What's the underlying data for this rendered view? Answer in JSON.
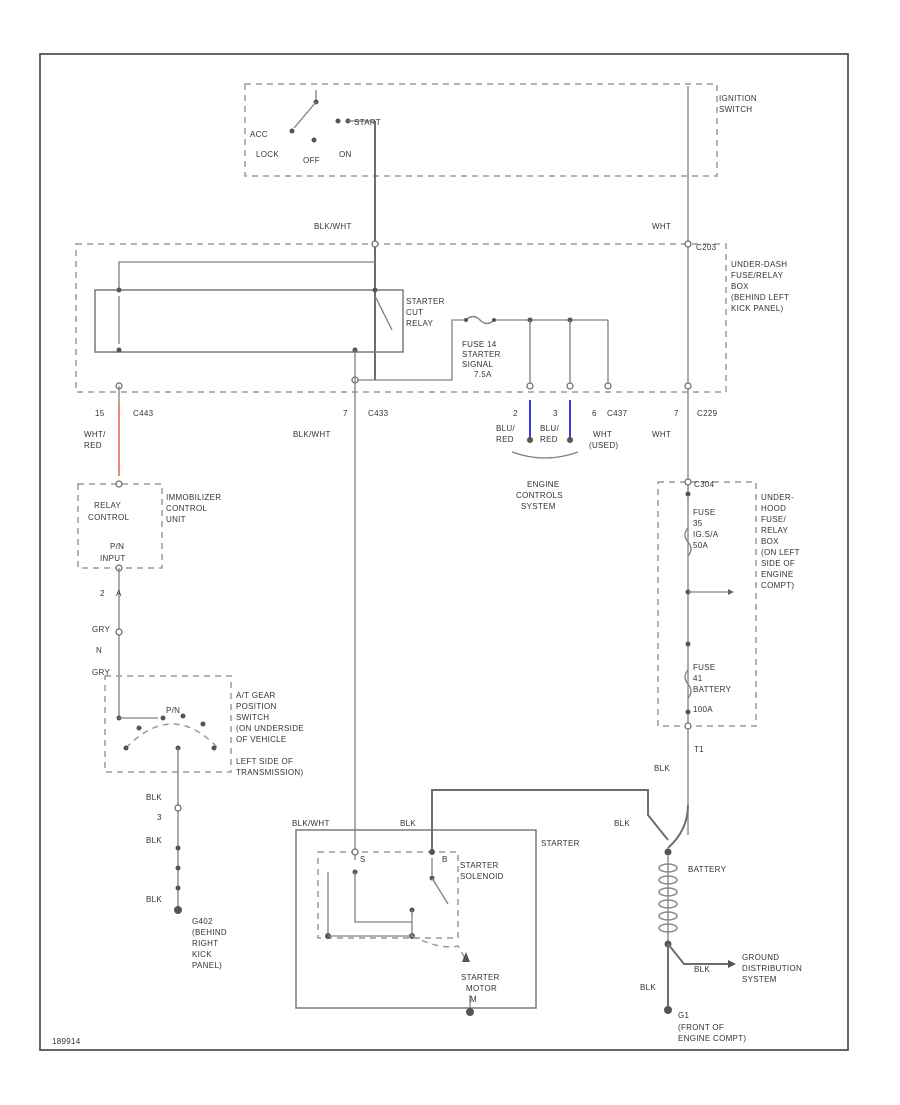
{
  "ignition": {
    "title_l1": "IGNITION",
    "title_l2": "SWITCH",
    "acc": "ACC",
    "lock": "LOCK",
    "off": "OFF",
    "on": "ON",
    "start": "START"
  },
  "wires": {
    "blkwht_top": "BLK/WHT",
    "wht_top": "WHT",
    "c433": "C433",
    "pin7_a": "7",
    "blkwht_mid": "BLK/WHT",
    "pin15": "15",
    "c443": "C443",
    "wht_red_1": "WHT/",
    "wht_red_2": "RED",
    "pin2": "2",
    "pin3": "3",
    "pin6": "6",
    "c437": "C437",
    "pin7_b": "7",
    "c229": "C229",
    "blu_red_1a": "BLU/",
    "blu_red_1b": "RED",
    "blu_red_2a": "BLU/",
    "blu_red_2b": "RED",
    "wht_unused_1": "WHT",
    "wht_unused_2": "(USED)",
    "wht_right": "WHT",
    "pin_a2": "2",
    "pin_a4": "A",
    "gry_top": "GRY",
    "pin_n": "N",
    "gry_bot": "GRY",
    "blk_l1": "BLK",
    "pin_3": "3",
    "blk_l2": "BLK",
    "blk_l3": "BLK",
    "blkwht_bot": "BLK/WHT",
    "blk_bot": "BLK",
    "t1": "T1",
    "blk_right": "BLK",
    "blk_bat": "BLK",
    "blk_gnd": "BLK",
    "blk_gnd_v": "BLK"
  },
  "underdash": {
    "conn": "C203",
    "l1": "UNDER-DASH",
    "l2": "FUSE/RELAY",
    "l3": "BOX",
    "l4": "(BEHIND LEFT",
    "l5": "KICK PANEL)"
  },
  "relay": {
    "l1": "STARTER",
    "l2": "CUT",
    "l3": "RELAY"
  },
  "fuse14": {
    "l1": "FUSE 14",
    "l2": "STARTER",
    "l3": "SIGNAL",
    "l4": "7.5A"
  },
  "engine": {
    "l1": "ENGINE",
    "l2": "CONTROLS",
    "l3": "SYSTEM"
  },
  "immob": {
    "l1": "IMMOBILIZER",
    "l2": "CONTROL",
    "l3": "UNIT",
    "relay_l1": "RELAY",
    "relay_l2": "CONTROL",
    "pn_l1": "P/N",
    "pn_l2": "INPUT"
  },
  "underhood": {
    "conn": "C304",
    "l1": "UNDER-",
    "l2": "HOOD",
    "l3": "FUSE/",
    "l4": "RELAY",
    "l5": "BOX",
    "l6": "(ON LEFT",
    "l7": "SIDE OF",
    "l8": "ENGINE",
    "l9": "COMPT)",
    "fuse_l1": "FUSE",
    "fuse_l2": "35",
    "fuse_l3": "IG.S/A",
    "fuse_l4": "50A",
    "bfuse_l1": "FUSE",
    "bfuse_l2": "41",
    "bfuse_l3": "BATTERY",
    "bfuse_l4": "100A"
  },
  "gear": {
    "l1": "A/T GEAR",
    "l2": "POSITION",
    "l3": "SWITCH",
    "l4": "(ON UNDERSIDE",
    "l5": "OF VEHICLE",
    "l6": "LEFT SIDE OF",
    "l7": "TRANSMISSION)",
    "pn": "P/N"
  },
  "g402": {
    "l1": "G402",
    "l2": "(BEHIND",
    "l3": "RIGHT",
    "l4": "KICK",
    "l5": "PANEL)"
  },
  "starter": {
    "title": "STARTER",
    "sol_l1": "STARTER",
    "sol_l2": "SOLENOID",
    "pin_s": "S",
    "pin_b": "B",
    "pin_m": "M",
    "motor_l1": "STARTER",
    "motor_l2": "MOTOR"
  },
  "battery": {
    "label": "BATTERY"
  },
  "ground": {
    "l1": "GROUND",
    "l2": "DISTRIBUTION",
    "l3": "SYSTEM",
    "g1_l1": "G1",
    "g1_l2": "(FRONT OF",
    "g1_l3": "ENGINE COMPT)"
  },
  "footer": {
    "code": "189914"
  }
}
